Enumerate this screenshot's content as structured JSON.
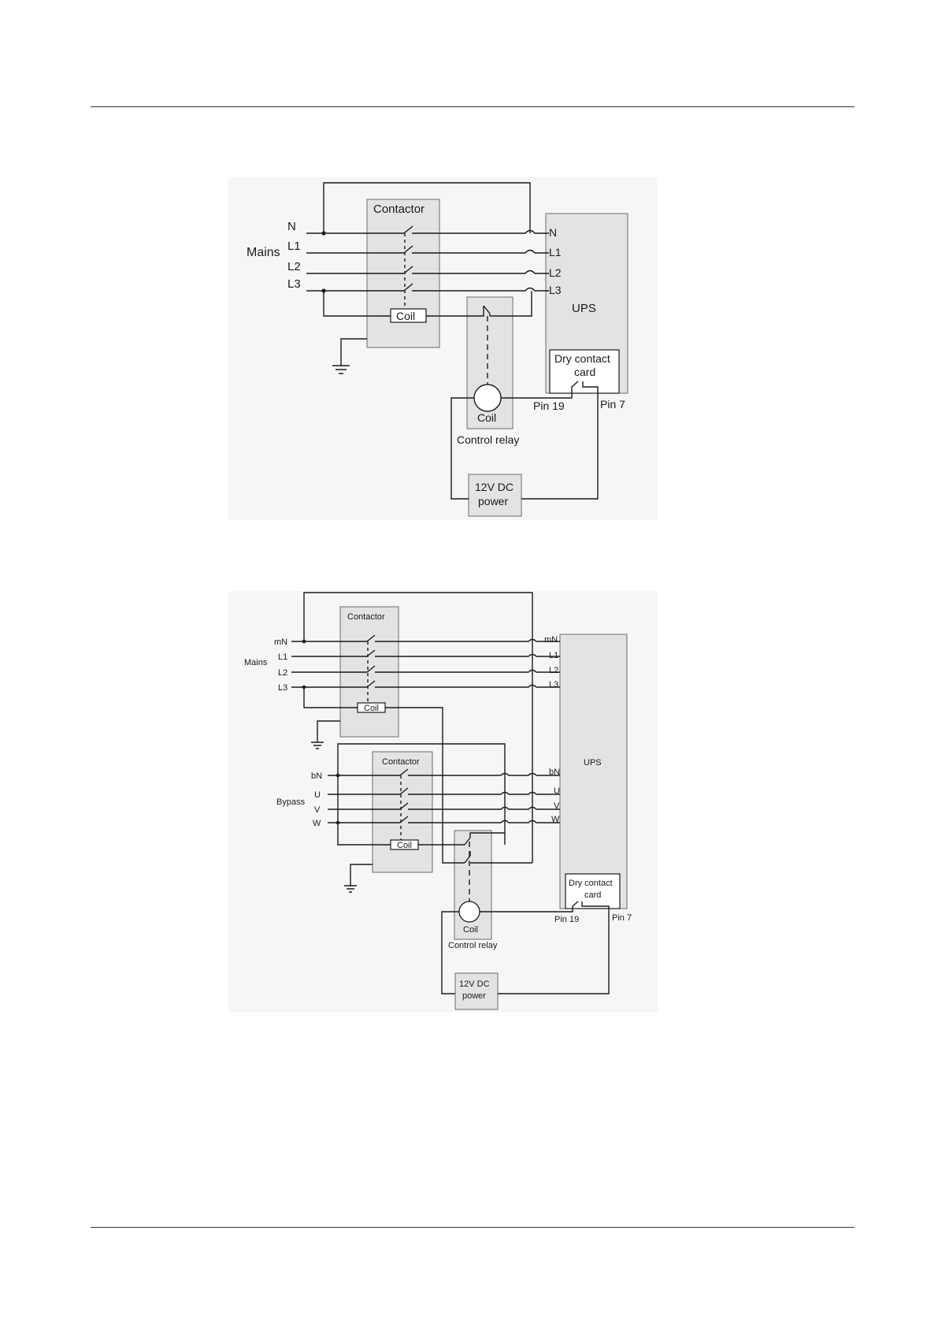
{
  "page": {
    "header_rule": true,
    "footer_rule": true
  },
  "diagram1": {
    "mains_label": "Mains",
    "lines": [
      "N",
      "L1",
      "L2",
      "L3"
    ],
    "ups_lines": [
      "N",
      "L1",
      "L2",
      "L3"
    ],
    "contactor_label": "Contactor",
    "coil_label": "Coil",
    "ups_label": "UPS",
    "dry_contact_line1": "Dry contact",
    "dry_contact_line2": "card",
    "pin19_label": "Pin 19",
    "pin7_label": "Pin 7",
    "relay_coil_label": "Coil",
    "control_relay_label": "Control relay",
    "dc_line1": "12V DC",
    "dc_line2": "power"
  },
  "diagram2": {
    "mains_label": "Mains",
    "mains_lines": [
      "mN",
      "L1",
      "L2",
      "L3"
    ],
    "ups_mains_lines": [
      "mN",
      "L1",
      "L2",
      "L3"
    ],
    "bypass_label": "Bypass",
    "bypass_lines": [
      "bN",
      "U",
      "V",
      "W"
    ],
    "ups_bypass_lines": [
      "bN",
      "U",
      "V",
      "W"
    ],
    "contactor1_label": "Contactor",
    "coil1_label": "Coil",
    "contactor2_label": "Contactor",
    "coil2_label": "Coil",
    "ups_label": "UPS",
    "dry_contact_line1": "Dry contact",
    "dry_contact_line2": "card",
    "pin19_label": "Pin 19",
    "pin7_label": "Pin 7",
    "relay_coil_label": "Coil",
    "control_relay_label": "Control relay",
    "dc_line1": "12V DC",
    "dc_line2": "power"
  }
}
